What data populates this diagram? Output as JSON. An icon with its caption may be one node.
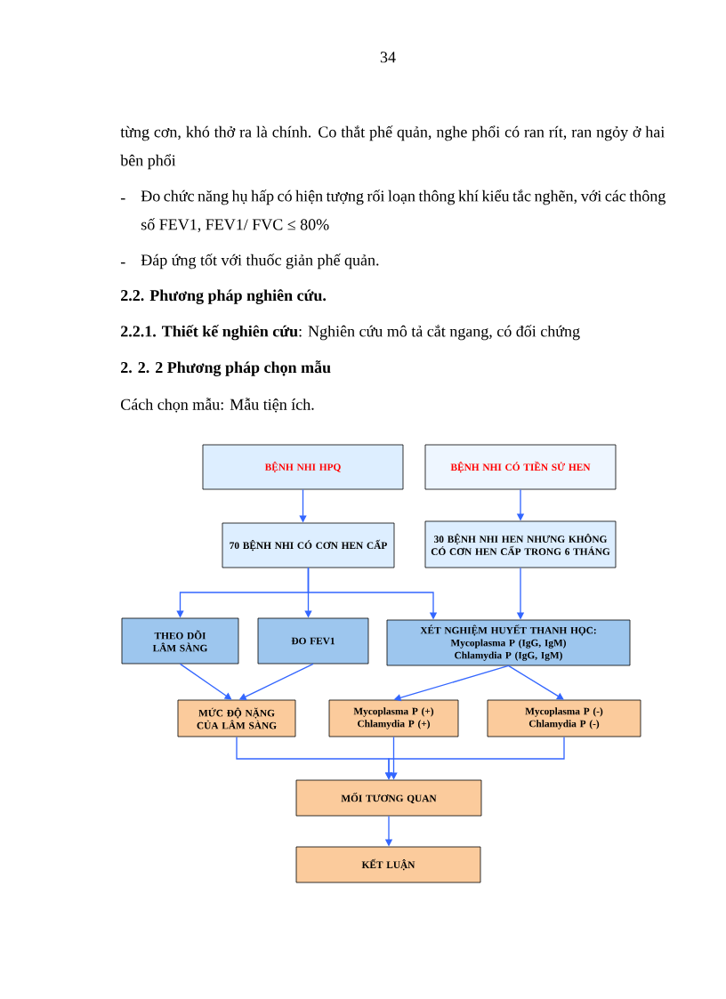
{
  "diagram": {
    "nodes": [
      {
        "text": [
          "BỆNH NHI HPQ"
        ]
      },
      {
        "text": [
          "BỆNH NHI CÓ TIỀN SỬ HEN"
        ]
      },
      {
        "text": [
          "70 BỆNH NHI CÓ CƠN HEN CẤP"
        ]
      },
      {
        "text": [
          "30 BỆNH NHI HEN NHƯNG KHÔNG CÓ CƠN HEN CẤP TRONG 6 THÁNG"
        ]
      },
      {
        "text": [
          "THEO DÕI LÂM SÀNG"
        ]
      },
      {
        "text": [
          "ĐO FEV1"
        ]
      },
      {
        "text": [
          "XÉT NGHIỆM HUYẾT THANH HỌC:",
          "Mycoplasma P (IgG, IgM)",
          "Chlamydia P (IgG, IgM)"
        ]
      },
      {
        "text": [
          "MỨC ĐỘ NẶNG CỦA LÂM SÀNG"
        ]
      },
      {
        "text": [
          "Mycoplasma P (+)",
          "Chlamydia P (+)"
        ]
      },
      {
        "text": [
          "Mycoplasma P (-)",
          "Chlamydia P (-)"
        ]
      },
      {
        "text": [
          "MỐI TƯƠNG QUAN"
        ]
      },
      {
        "text": [
          "KẾT LUẬN"
        ]
      }
    ],
    "edges": [
      {
        "from": 0,
        "to": 2,
        "arrow": "to"
      },
      {
        "from": 1,
        "to": 3,
        "arrow": "to"
      },
      {
        "from": 2,
        "to": 4,
        "arrow": "to"
      },
      {
        "from": 2,
        "to": 5,
        "arrow": "to"
      },
      {
        "from": 2,
        "to": 6,
        "arrow": "to"
      },
      {
        "from": 3,
        "to": 6,
        "arrow": "to"
      },
      {
        "from": 4,
        "to": 7,
        "arrow": "to"
      },
      {
        "from": 5,
        "to": 7,
        "arrow": "to"
      },
      {
        "from": 6,
        "to": 8,
        "arrow": "to"
      },
      {
        "from": 6,
        "to": 9,
        "arrow": "to"
      },
      {
        "from": 7,
        "to": 10,
        "arrow": "to"
      },
      {
        "from": 8,
        "to": 10,
        "arrow": "to"
      },
      {
        "from": 9,
        "to": 10,
        "arrow": "to"
      },
      {
        "from": 10,
        "to": 11,
        "arrow": "to"
      }
    ],
    "labels": [
      "34",
      "từng cơn, khó thở ra là chính. Co thắt phế quản, nghe phổi có ran rít, ran ngỏy ở hai bên phổi",
      "-",
      "Đo chức năng hụ hấp có hiện tượng rối loạn thông khí kiểu tắc nghẽn, với các thông số FEV1, FEV1/ FVC ≤ 80%",
      "-",
      "Đáp ứng tốt với thuốc giản phế quản.",
      "2.2. Phương pháp nghiên cứu.",
      "**2.2.1. Thiết kế nghiên cứu**: Nghiên cứu mô tả cắt ngang, có đối chứng",
      "2. 2. 2 Phương pháp chọn mẫu",
      "Cách chọn mẫu: Mẫu tiện ích."
    ]
  }
}
